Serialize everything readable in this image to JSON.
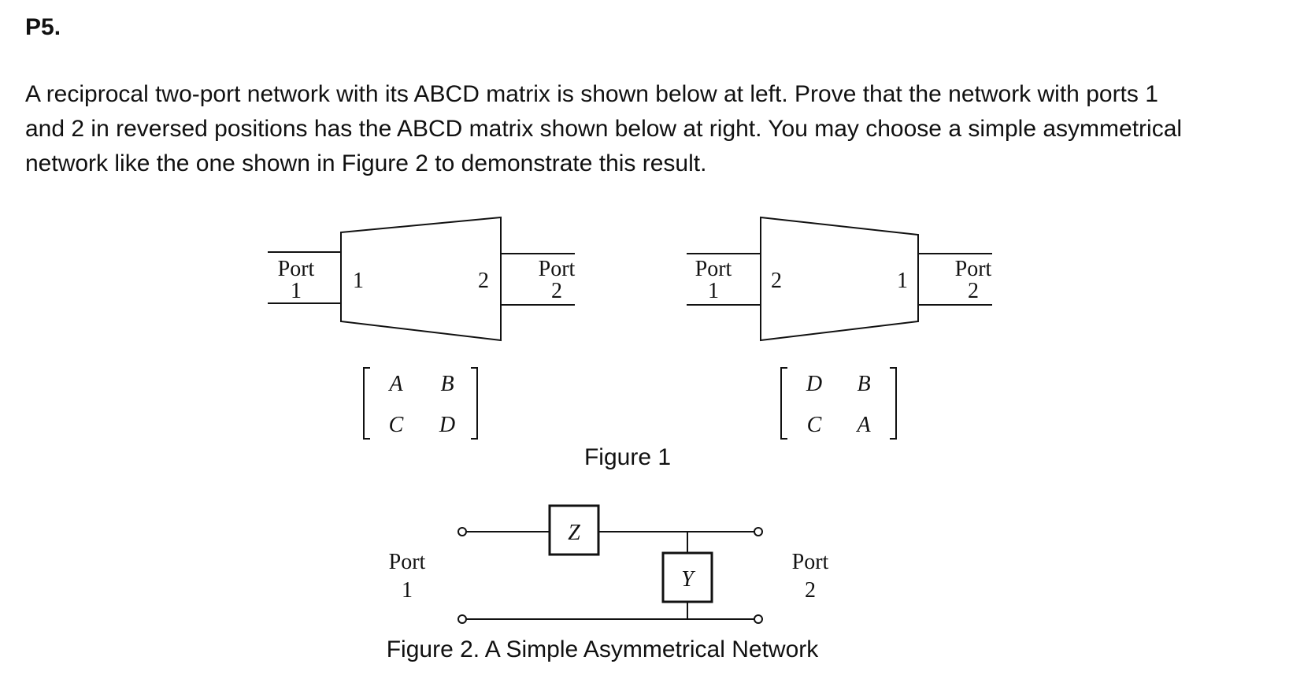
{
  "problem": {
    "label": "P5.",
    "lines": [
      "A reciprocal two-port network with its ABCD matrix is shown below at left. Prove that the network with ports 1",
      "and 2 in reversed positions has the ABCD matrix shown below at right. You may choose a simple asymmetrical",
      "network like the one shown in Figure 2 to demonstrate this result."
    ]
  },
  "figure1": {
    "caption": "Figure 1",
    "left": {
      "port_left": {
        "word": "Port",
        "num": "1"
      },
      "port_right": {
        "word": "Port",
        "num": "2"
      },
      "inner_left": "1",
      "inner_right": "2",
      "matrix": {
        "a11": "A",
        "a12": "B",
        "a21": "C",
        "a22": "D"
      }
    },
    "right": {
      "port_left": {
        "word": "Port",
        "num": "1"
      },
      "port_right": {
        "word": "Port",
        "num": "2"
      },
      "inner_left": "2",
      "inner_right": "1",
      "matrix": {
        "a11": "D",
        "a12": "B",
        "a21": "C",
        "a22": "A"
      }
    }
  },
  "figure2": {
    "caption": "Figure 2. A Simple Asymmetrical Network",
    "series_element": "Z",
    "shunt_element": "Y",
    "port_left": {
      "word": "Port",
      "num": "1"
    },
    "port_right": {
      "word": "Port",
      "num": "2"
    }
  }
}
